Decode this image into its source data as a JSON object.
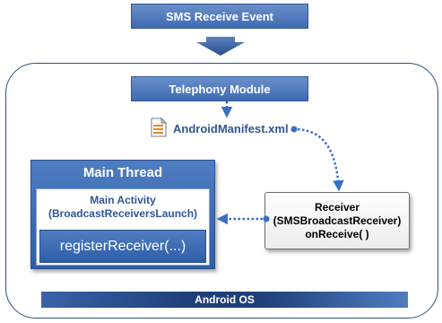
{
  "sms_event": {
    "label": "SMS Receive Event"
  },
  "telephony": {
    "label": "Telephony Module"
  },
  "manifest": {
    "label": "AndroidManifest.xml",
    "icon": "xml-file-icon"
  },
  "main_thread": {
    "title": "Main Thread",
    "activity_line1": "Main Activity",
    "activity_line2": "(BroadcastReceiversLaunch)",
    "register_label": "registerReceiver(...)"
  },
  "receiver": {
    "line1": "Receiver",
    "line2": "(SMSBroadcastReceiver)",
    "line3": "onReceive( )"
  },
  "android_os": {
    "label": "Android OS"
  },
  "colors": {
    "box_blue": "#3f6bb2",
    "dotted_connector": "#3b6fc4",
    "outer_border": "#2f4f7f"
  }
}
